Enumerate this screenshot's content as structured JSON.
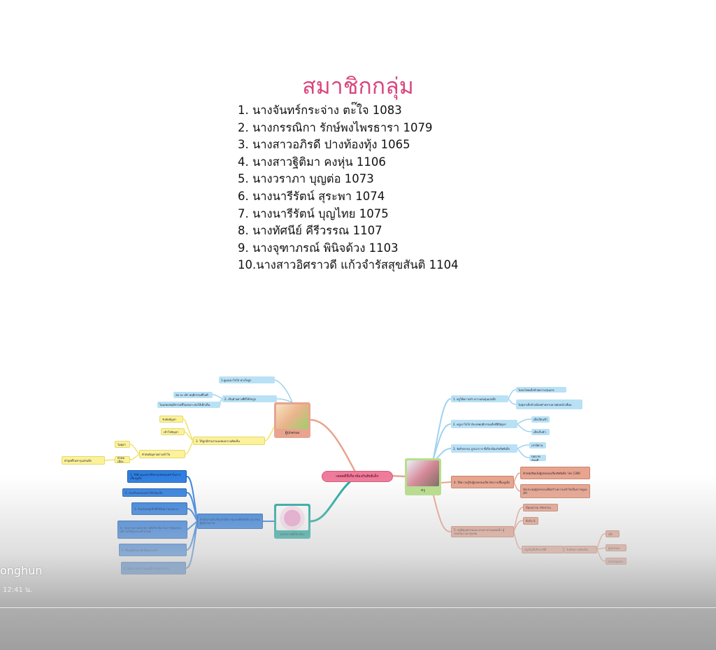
{
  "title": "สมาชิกกลุ่ม",
  "members": [
    "1. นางจันทร์กระจ่าง ตะ๊ใจ 1083",
    "2. นางกรรณิกา รักษ์พงไพรธารา 1079",
    "3. นางสาวอภิรดี ปางท้องทุ้ง 1065",
    "4. นางสาวฐิติมา คงหุ่น 1106",
    "5. นางวราภา บุญต่อ 1073",
    "6. นางนารีรัตน์ สุระพา 1074",
    "7. นางนารีรัตน์ บุญไทย  1075",
    "8. นางทัศนีย์ คีรีวรรณ 1107",
    "9. นางจุฑาภรณ์ พินิจด้วง  1103",
    "10.นางสาวอิศราวดี  แก้วจำรัสสุขสันติ 1104"
  ],
  "mindmap": {
    "center": "เขตคดีที่เกี่ยวข้องกับสิทธิเด็ก",
    "parent_node": "ผู้ปกครอง",
    "org_node": "หน่วยงานที่เกี่ยวข้อง",
    "teacher_node": "ครู",
    "left_light": [
      "1.ดูแลเอาใจใส่ ห่วงใยลูก",
      "2. เป็นตัวอย่างที่ดีให้กับลูก",
      "ลด ละ เลิก พฤติกรรมที่ไม่ดี",
      "ไม่แสดงพฤติกรรมที่ไม่เหมาะสมให้เด็กเห็น"
    ],
    "left_yellow": [
      "รับฟังปัญหา",
      "เข้าใจปัญหา",
      "3. ให้ลูกมีส่วนร่วมแสดงความคิดเห็น",
      "ทำต่อปัญหาอย่างเข้าใจ",
      "ไม่ดุด่า",
      "ทำต่อเนื่อง",
      "ทำสุดที่ไม่ทารุณกับเด็ก"
    ],
    "left_blue_parent": "สำนักงานส่งเสริมสวัสดิภาพและพิทักษ์เด็ก เยาวชน ผู้ด้อยโอกาส",
    "left_blue": [
      "1. ให้คำแนะนำปรึกษาแก่ครอบครัวในการเลี้ยงดูเด็ก",
      "2. ส่งเสริมครอบครัวให้เข้มแข็ง",
      "3. รับแจ้งเหตุเด็กที่ได้รับความรุนแรง",
      "4. ประสานงานหน่วยงานที่เกี่ยวข้องในการคุ้มครองเด็ก ไม่ให้ถูกกระทำทารุณ",
      "5. ฟื้นฟูเยียวยาเด็กที่ถูกกระทำ",
      "6. ติดตามผลการดูแลเด็กในครอบครัว"
    ],
    "right_light": [
      "1. ครูให้ความรัก ความอบอุ่นแก่เด็ก",
      "ไม่ลงโทษเด็กด้วยความรุนแรง",
      "ไม่ดุด่าเด็กด้วยถ้อยคำหยาบคายต่อหน้าเพื่อน",
      "2. ครูเอาใจใส่ สังเกตพฤติกรรมเด็กที่มีปัญหา",
      "เด็กเรียนช้า",
      "เด็กเก็บตัว",
      "3. จัดกิจกรรม บูรณาการ ที่เกี่ยวข้องกับสิทธิเด็ก",
      "เล่านิทาน",
      "บทบาทสมมติ"
    ],
    "right_salmon": [
      "4. ให้ความรู้กับผู้ปกครองเกี่ยวกับการเลี้ยงดูเด็ก",
      "ทำหนังสือแจ้งผู้ปกครองเรื่องสิทธิเด็ก โทร 1300",
      "จัดประชุมผู้ปกครองเพื่อสร้างความเข้าใจเรื่องการดูแลเด็ก",
      "มีคุณธรรม จริยธรรม",
      "ยึดถือ 8",
      "5. ครูมีคุณธรรมและจรรยาบรรณต่อเด็ก ผู้ปกครอง และชุมชน",
      "ครูเป็นที่ปรึกษาที่ดี",
      "รับฟังความคิดเห็น",
      "เด็ก",
      "ผู้ปกครอง",
      "คนในชุมชน"
    ]
  },
  "viewer": {
    "username": "onghun",
    "time": "12:41 น."
  }
}
